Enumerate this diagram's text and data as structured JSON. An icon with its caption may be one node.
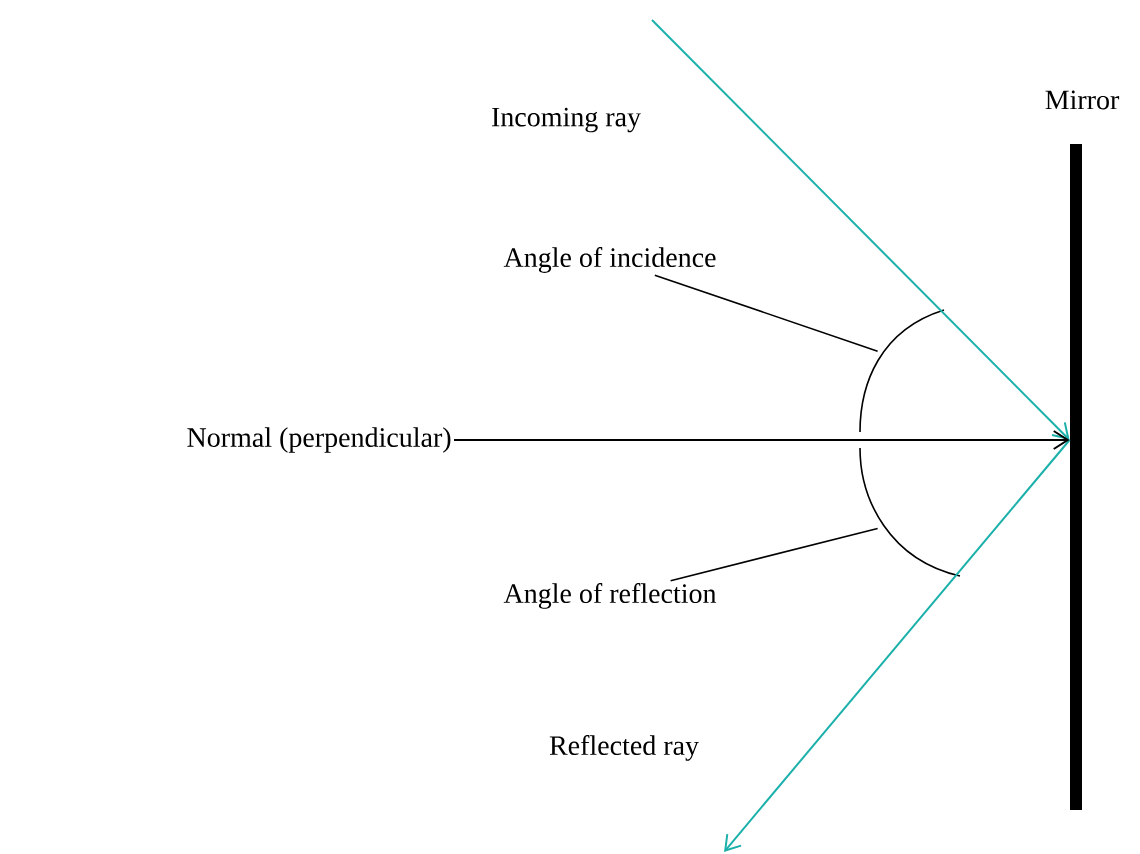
{
  "diagram": {
    "nodes": [
      {
        "text": [],
        "shape": "bar",
        "beside": [
          "Mirror"
        ]
      },
      {
        "text": [
          "Normal (perpendicular)"
        ]
      },
      {
        "text": [
          "Angle of incidence"
        ]
      },
      {
        "text": [],
        "shape": "arc"
      },
      {
        "text": [
          "Angle of reflection"
        ]
      },
      {
        "text": [],
        "shape": "arc"
      }
    ],
    "edges": [
      {
        "from": null,
        "to": 0,
        "arrow": "to",
        "color": "#1bb0aa"
      },
      {
        "from": 0,
        "to": null,
        "arrow": "to",
        "color": "#1bb0aa"
      },
      {
        "from": 1,
        "to": 0,
        "arrow": "to"
      },
      {
        "from": 2,
        "to": 3,
        "arrow": "none"
      },
      {
        "from": 4,
        "to": 5,
        "arrow": "none"
      }
    ],
    "labels": [
      "Incoming ray",
      "Reflected ray"
    ]
  }
}
